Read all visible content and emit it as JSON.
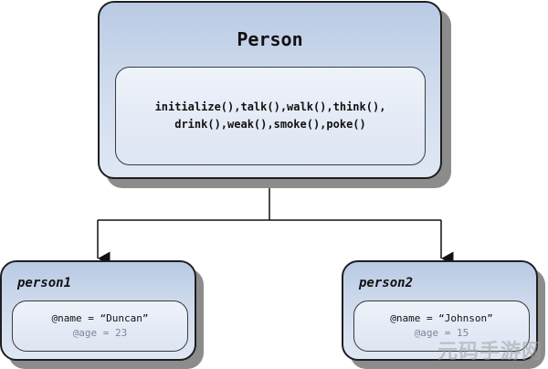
{
  "class_box": {
    "name": "Person",
    "methods_line1": "initialize(),talk(),walk(),think(),",
    "methods_line2": "drink(),weak(),smoke(),poke()"
  },
  "instances": [
    {
      "name": "person1",
      "attr_name": "@name = “Duncan”",
      "attr_age": "@age = 23"
    },
    {
      "name": "person2",
      "attr_name": "@name = “Johnson”",
      "attr_age": "@age = 15"
    }
  ],
  "watermark": "元码手游网",
  "colors": {
    "box_fill_top": "#b9cae4",
    "box_fill_bottom": "#dfe7f4",
    "border": "#1f1f1f"
  }
}
